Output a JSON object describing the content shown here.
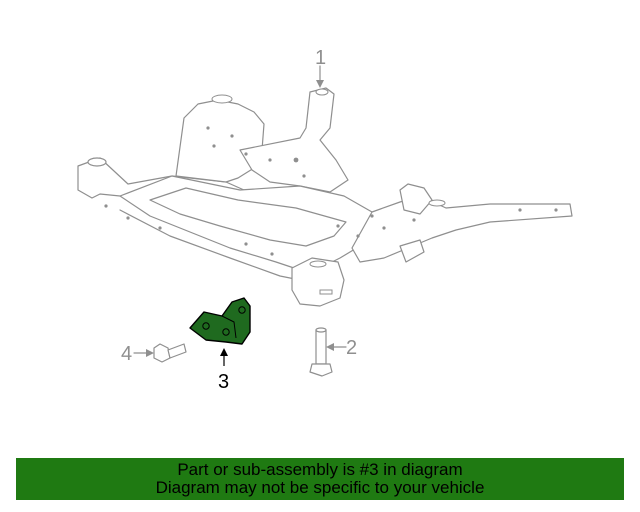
{
  "diagram": {
    "callouts": {
      "c1": "1",
      "c2": "2",
      "c3": "3",
      "c4": "4"
    },
    "highlighted_part": "3",
    "colors": {
      "line_art": "#8f8f8f",
      "highlight_fill": "#1f6a1f",
      "banner": "#1f7a12",
      "selected_label": "#000000"
    }
  },
  "banner": {
    "line1": "Part or sub-assembly is #3 in diagram",
    "line2": "Diagram may not be specific to your vehicle"
  }
}
